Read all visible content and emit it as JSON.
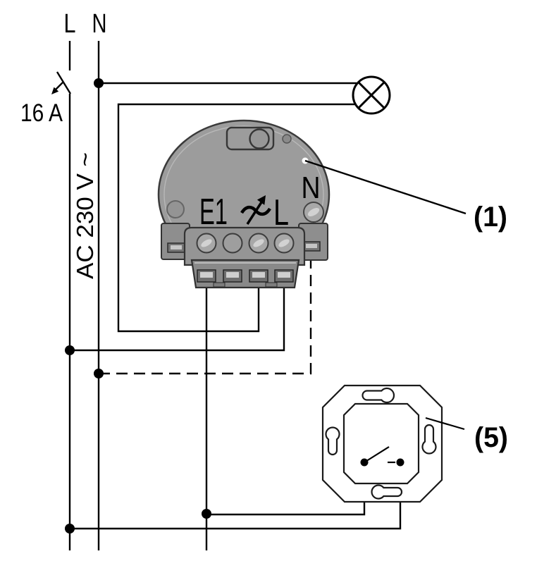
{
  "colors": {
    "background": "#ffffff",
    "wire": "#000000",
    "device_body": "#9c9c9c",
    "device_block": "#959595",
    "device_connector": "#898989",
    "outline": "#333333",
    "screw": "#a8a8a8",
    "slot_highlight": "#d2d2d2"
  },
  "supply": {
    "phase_label": "L",
    "neutral_label": "N",
    "breaker_rating": "16 A",
    "voltage": "AC 230 V ~"
  },
  "actuator": {
    "ref_label": "(1)",
    "terminal_e1": "E1",
    "terminal_l": "L",
    "terminal_n": "N"
  },
  "wall_switch": {
    "ref_label": "(5)"
  },
  "icons": {
    "lamp": "lamp-circle-cross-icon",
    "breaker": "breaker-switch-trip-arrow-icon",
    "dimmer": "phase-dimmer-arrow-wave-icon",
    "junction": "junction-dot-icon"
  }
}
